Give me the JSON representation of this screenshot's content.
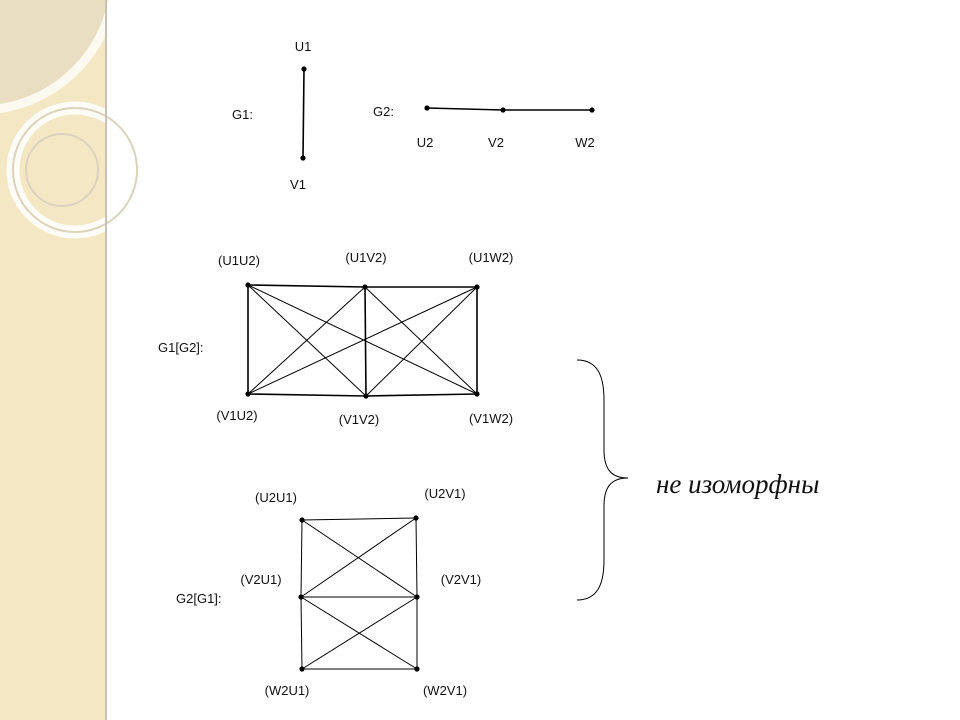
{
  "decor": {
    "panel_color": "#f3e7c4",
    "ring_color": "#ffffff",
    "ring_shade": "#d8d0bb",
    "divider_color": "#c8c2b4"
  },
  "g1": {
    "name": "G1:",
    "nodes": [
      {
        "id": "U1",
        "label": "U1"
      },
      {
        "id": "V1",
        "label": "V1"
      }
    ],
    "edges": [
      [
        "U1",
        "V1"
      ]
    ]
  },
  "g2": {
    "name": "G2:",
    "nodes": [
      {
        "id": "U2",
        "label": "U2"
      },
      {
        "id": "V2",
        "label": "V2"
      },
      {
        "id": "W2",
        "label": "W2"
      }
    ],
    "edges": [
      [
        "U2",
        "V2"
      ],
      [
        "V2",
        "W2"
      ]
    ]
  },
  "g1g2": {
    "name": "G1[G2]:",
    "nodes": [
      {
        "id": "U1U2",
        "label": "(U1U2)"
      },
      {
        "id": "U1V2",
        "label": "(U1V2)"
      },
      {
        "id": "U1W2",
        "label": "(U1W2)"
      },
      {
        "id": "V1U2",
        "label": "(V1U2)"
      },
      {
        "id": "V1V2",
        "label": "(V1V2)"
      },
      {
        "id": "V1W2",
        "label": "(V1W2)"
      }
    ],
    "edges": [
      [
        "U1U2",
        "U1V2"
      ],
      [
        "U1V2",
        "U1W2"
      ],
      [
        "V1U2",
        "V1V2"
      ],
      [
        "V1V2",
        "V1W2"
      ],
      [
        "U1U2",
        "V1U2"
      ],
      [
        "U1V2",
        "V1V2"
      ],
      [
        "U1W2",
        "V1W2"
      ],
      [
        "U1U2",
        "V1V2"
      ],
      [
        "U1U2",
        "V1W2"
      ],
      [
        "U1V2",
        "V1U2"
      ],
      [
        "U1V2",
        "V1W2"
      ],
      [
        "U1W2",
        "V1U2"
      ],
      [
        "U1W2",
        "V1V2"
      ]
    ]
  },
  "g2g1": {
    "name": "G2[G1]:",
    "nodes": [
      {
        "id": "U2U1",
        "label": "(U2U1)"
      },
      {
        "id": "U2V1",
        "label": "(U2V1)"
      },
      {
        "id": "V2U1",
        "label": "(V2U1)"
      },
      {
        "id": "V2V1",
        "label": "(V2V1)"
      },
      {
        "id": "W2U1",
        "label": "(W2U1)"
      },
      {
        "id": "W2V1",
        "label": "(W2V1)"
      }
    ],
    "edges": [
      [
        "U2U1",
        "U2V1"
      ],
      [
        "V2U1",
        "V2V1"
      ],
      [
        "W2U1",
        "W2V1"
      ],
      [
        "U2U1",
        "V2U1"
      ],
      [
        "V2U1",
        "W2U1"
      ],
      [
        "U2V1",
        "V2V1"
      ],
      [
        "V2V1",
        "W2V1"
      ],
      [
        "U2U1",
        "V2V1"
      ],
      [
        "U2V1",
        "V2U1"
      ],
      [
        "V2U1",
        "W2V1"
      ],
      [
        "V2V1",
        "W2U1"
      ]
    ]
  },
  "annotation": {
    "text": "не изоморфны"
  }
}
